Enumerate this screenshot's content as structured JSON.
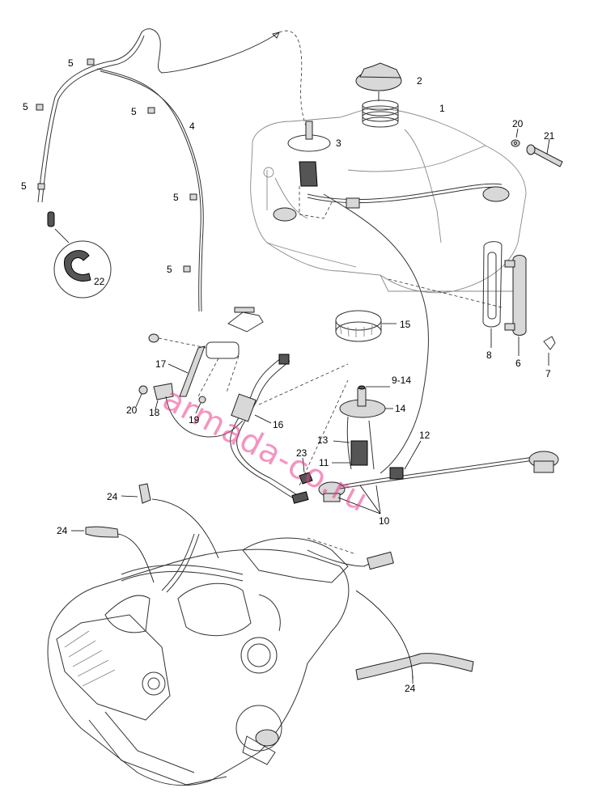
{
  "diagram": {
    "watermark": "armada-co.ru",
    "callouts": [
      {
        "id": "c1",
        "text": "1"
      },
      {
        "id": "c2",
        "text": "2"
      },
      {
        "id": "c3",
        "text": "3"
      },
      {
        "id": "c4",
        "text": "4"
      },
      {
        "id": "c5a",
        "text": "5"
      },
      {
        "id": "c5b",
        "text": "5"
      },
      {
        "id": "c5c",
        "text": "5"
      },
      {
        "id": "c5d",
        "text": "5"
      },
      {
        "id": "c5e",
        "text": "5"
      },
      {
        "id": "c5f",
        "text": "5"
      },
      {
        "id": "c5g",
        "text": "5"
      },
      {
        "id": "c6",
        "text": "6"
      },
      {
        "id": "c7",
        "text": "7"
      },
      {
        "id": "c8",
        "text": "8"
      },
      {
        "id": "c914",
        "text": "9-14"
      },
      {
        "id": "c10",
        "text": "10"
      },
      {
        "id": "c11",
        "text": "11"
      },
      {
        "id": "c12",
        "text": "12"
      },
      {
        "id": "c13",
        "text": "13"
      },
      {
        "id": "c14",
        "text": "14"
      },
      {
        "id": "c15",
        "text": "15"
      },
      {
        "id": "c16",
        "text": "16"
      },
      {
        "id": "c17",
        "text": "17"
      },
      {
        "id": "c18",
        "text": "18"
      },
      {
        "id": "c19",
        "text": "19"
      },
      {
        "id": "c20a",
        "text": "20"
      },
      {
        "id": "c20b",
        "text": "20"
      },
      {
        "id": "c21",
        "text": "21"
      },
      {
        "id": "c22",
        "text": "22"
      },
      {
        "id": "c23",
        "text": "23"
      },
      {
        "id": "c24a",
        "text": "24"
      },
      {
        "id": "c24b",
        "text": "24"
      },
      {
        "id": "c24c",
        "text": "24"
      }
    ]
  }
}
